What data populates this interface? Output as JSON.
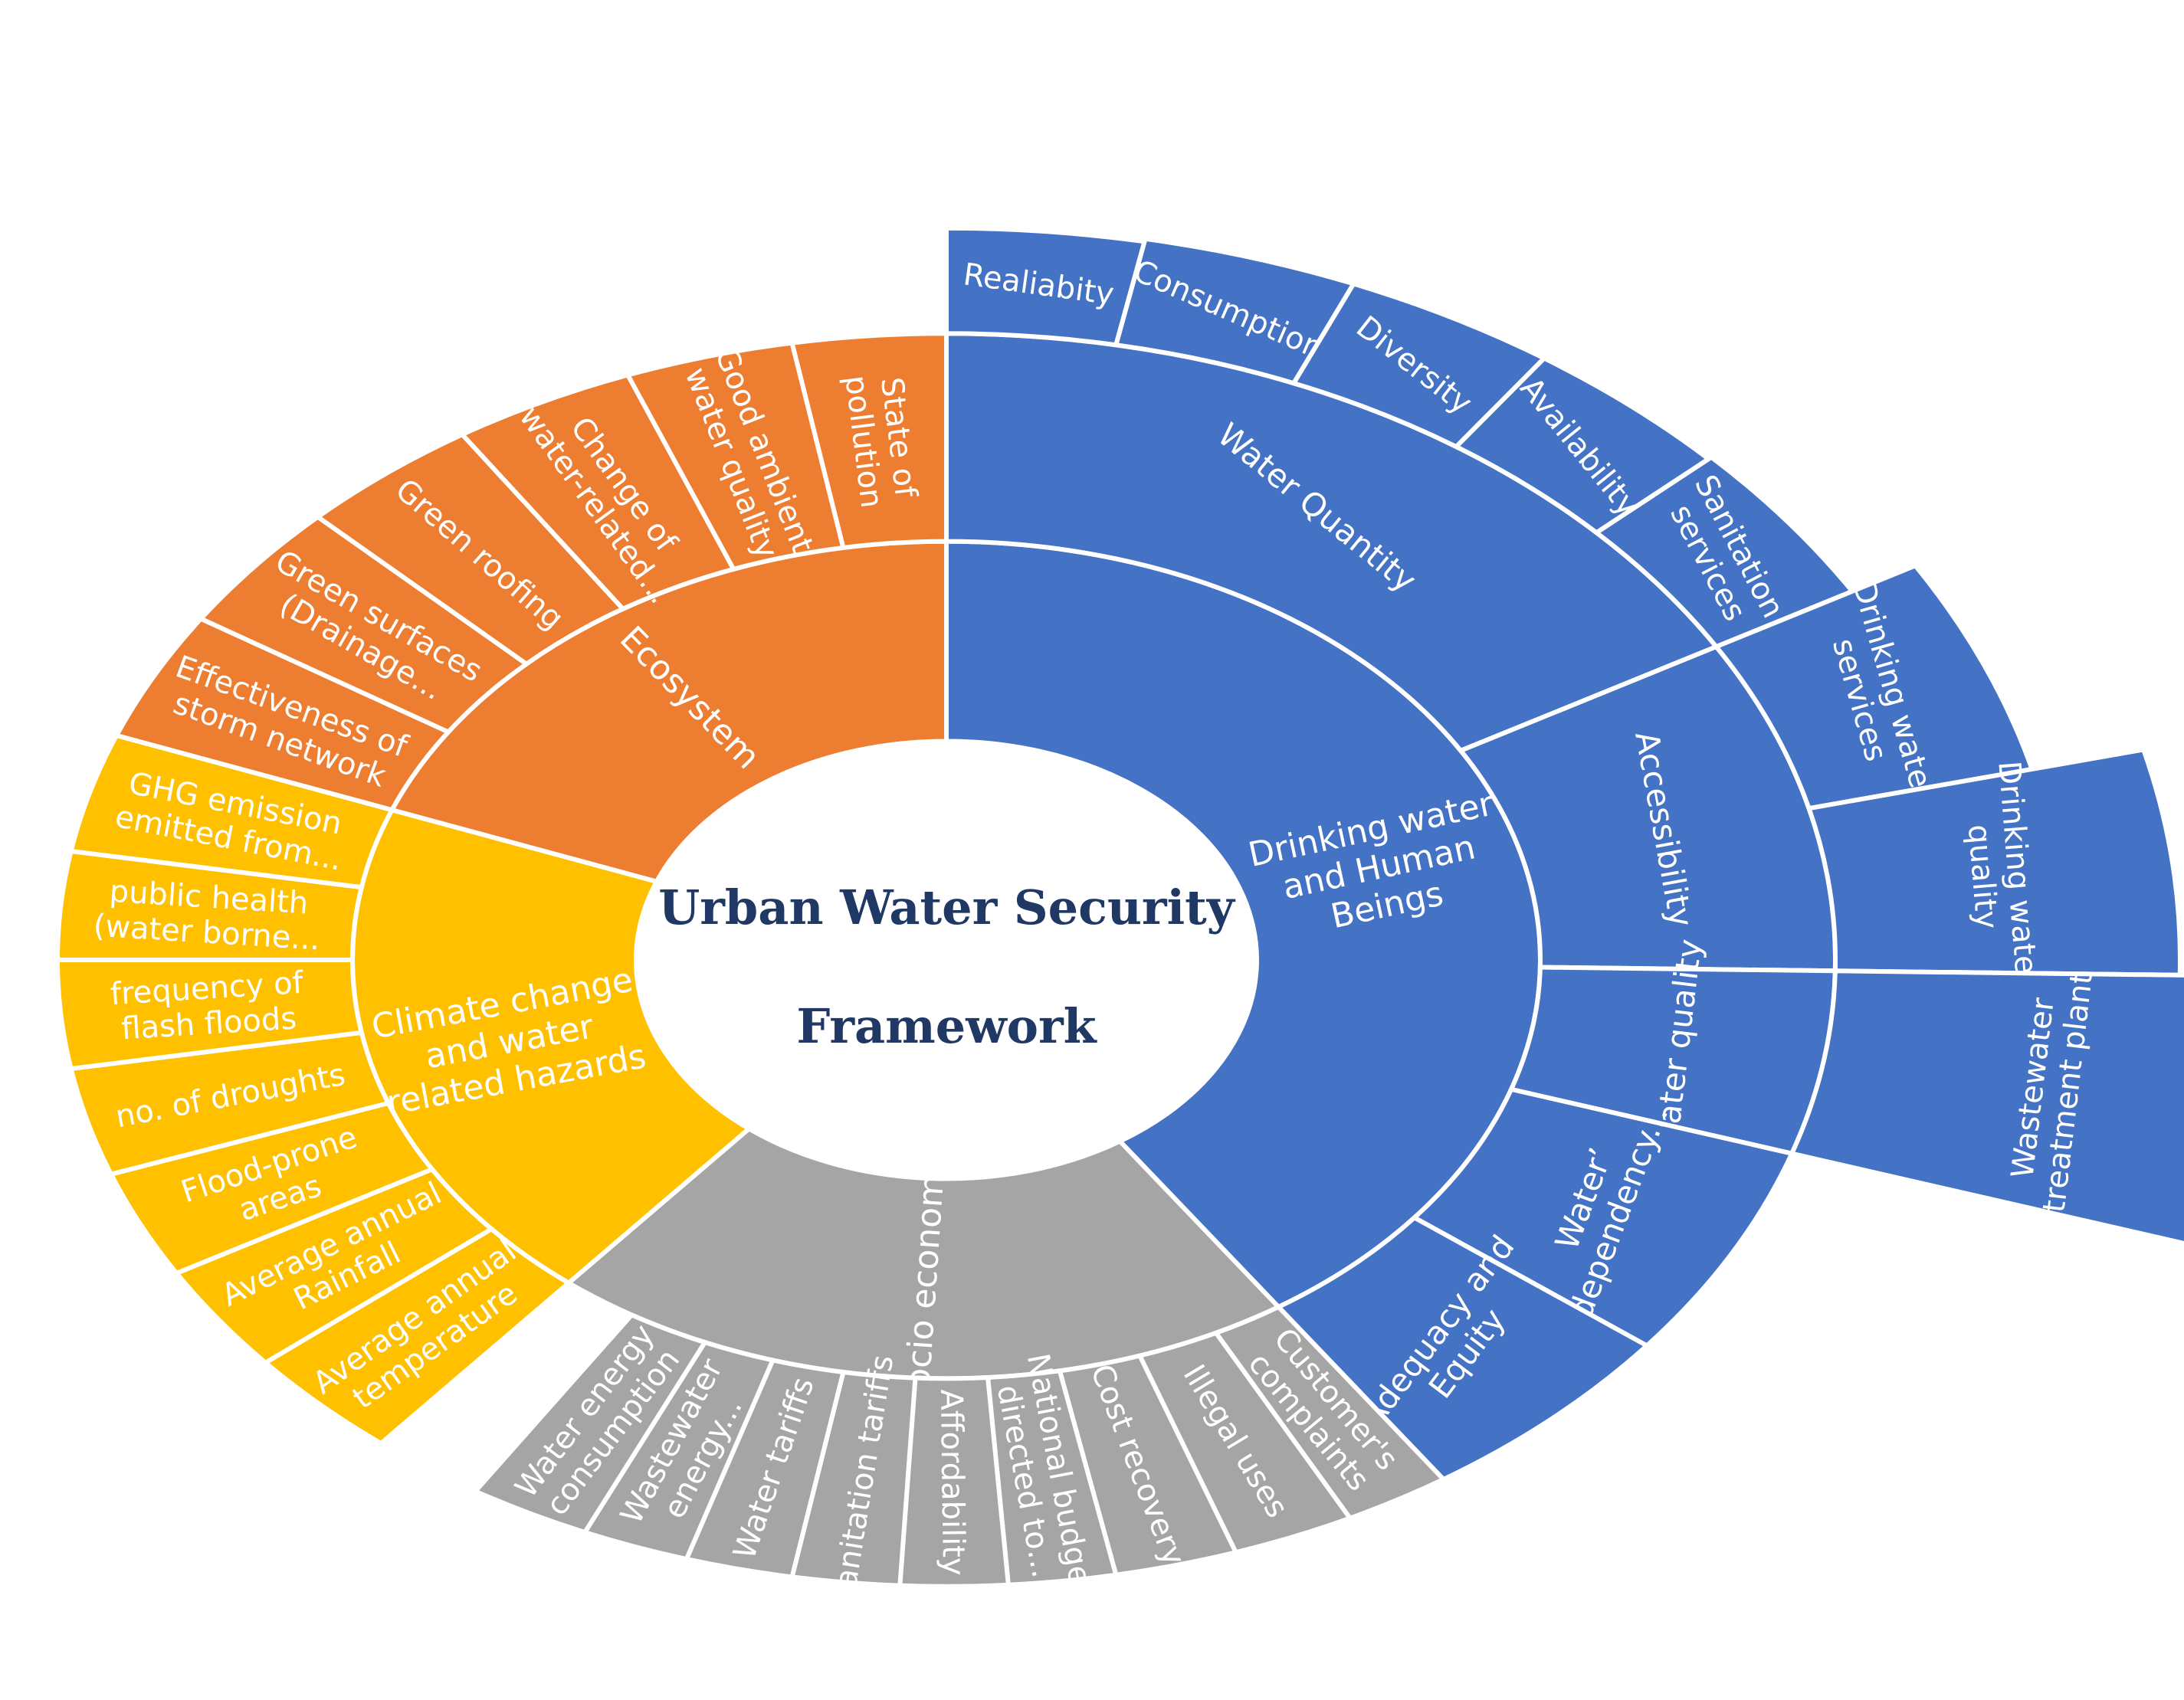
{
  "center": {
    "lines": [
      "Urban Water Security",
      "Framework"
    ]
  },
  "colors": {
    "drinking": "#4472c4",
    "socio": "#a5a5a5",
    "climate": "#ffc000",
    "ecosystem": "#ed7d31",
    "center_text": "#1f3864"
  },
  "categories": [
    {
      "key": "drinking",
      "lines": [
        "Drinking water",
        "and Human",
        "Beings"
      ]
    },
    {
      "key": "socio",
      "lines": [
        "Socio economic"
      ]
    },
    {
      "key": "climate",
      "lines": [
        "Climate change",
        "and water",
        "related hazards"
      ]
    },
    {
      "key": "ecosystem",
      "lines": [
        "Ecosystem"
      ]
    }
  ],
  "subcategories": [
    {
      "category": "drinking",
      "lines": [
        "Water Quantity"
      ]
    },
    {
      "category": "drinking",
      "lines": [
        "Accessibility"
      ]
    },
    {
      "category": "drinking",
      "lines": [
        "Water quality"
      ]
    },
    {
      "category": "drinking",
      "lines": [
        "Water’",
        "dependency..."
      ]
    },
    {
      "category": "drinking",
      "lines": [
        "Adequacy and",
        "Equity"
      ]
    }
  ],
  "indicators": [
    {
      "category": "drinking",
      "lines": [
        "Realiabity"
      ]
    },
    {
      "category": "drinking",
      "lines": [
        "Consumption"
      ]
    },
    {
      "category": "drinking",
      "lines": [
        "Diversity"
      ]
    },
    {
      "category": "drinking",
      "lines": [
        "Availability"
      ]
    },
    {
      "category": "drinking",
      "lines": [
        "Sanitation",
        "services"
      ]
    },
    {
      "category": "drinking",
      "lines": [
        "Drinking water",
        "services"
      ]
    },
    {
      "category": "drinking",
      "lines": [
        "Drinking water",
        "quality"
      ]
    },
    {
      "category": "drinking",
      "lines": [
        "Wastewater",
        "treatment plant"
      ]
    },
    {
      "category": "socio",
      "lines": [
        "Customer's",
        "complaints"
      ]
    },
    {
      "category": "socio",
      "lines": [
        "Illegal uses"
      ]
    },
    {
      "category": "socio",
      "lines": [
        "Cost recovery"
      ]
    },
    {
      "category": "socio",
      "lines": [
        "National budget",
        "directed to..."
      ]
    },
    {
      "category": "socio",
      "lines": [
        "Affordability"
      ]
    },
    {
      "category": "socio",
      "lines": [
        "sanitation tariffs"
      ]
    },
    {
      "category": "socio",
      "lines": [
        "Water tariffs"
      ]
    },
    {
      "category": "socio",
      "lines": [
        "Wastewater",
        "energy..."
      ]
    },
    {
      "category": "socio",
      "lines": [
        "Water energy",
        "consumption"
      ]
    },
    {
      "category": "climate",
      "lines": [
        "Average annual",
        "temperature"
      ]
    },
    {
      "category": "climate",
      "lines": [
        "Average annual",
        "Rainfall"
      ]
    },
    {
      "category": "climate",
      "lines": [
        "Flood-prone",
        "areas"
      ]
    },
    {
      "category": "climate",
      "lines": [
        "no. of droughts"
      ]
    },
    {
      "category": "climate",
      "lines": [
        "frequency of",
        "flash floods"
      ]
    },
    {
      "category": "climate",
      "lines": [
        "public health",
        "(water borne..."
      ]
    },
    {
      "category": "climate",
      "lines": [
        "GHG emission",
        "emitted from..."
      ]
    },
    {
      "category": "ecosystem",
      "lines": [
        "Effectiveness of",
        "storm network"
      ]
    },
    {
      "category": "ecosystem",
      "lines": [
        "Green surfaces",
        "(Drainage..."
      ]
    },
    {
      "category": "ecosystem",
      "lines": [
        "Green roofing"
      ]
    },
    {
      "category": "ecosystem",
      "lines": [
        "Change of",
        "water-related..."
      ]
    },
    {
      "category": "ecosystem",
      "lines": [
        "Good ambient",
        "water quality"
      ]
    },
    {
      "category": "ecosystem",
      "lines": [
        "State of",
        "pollution"
      ]
    }
  ]
}
